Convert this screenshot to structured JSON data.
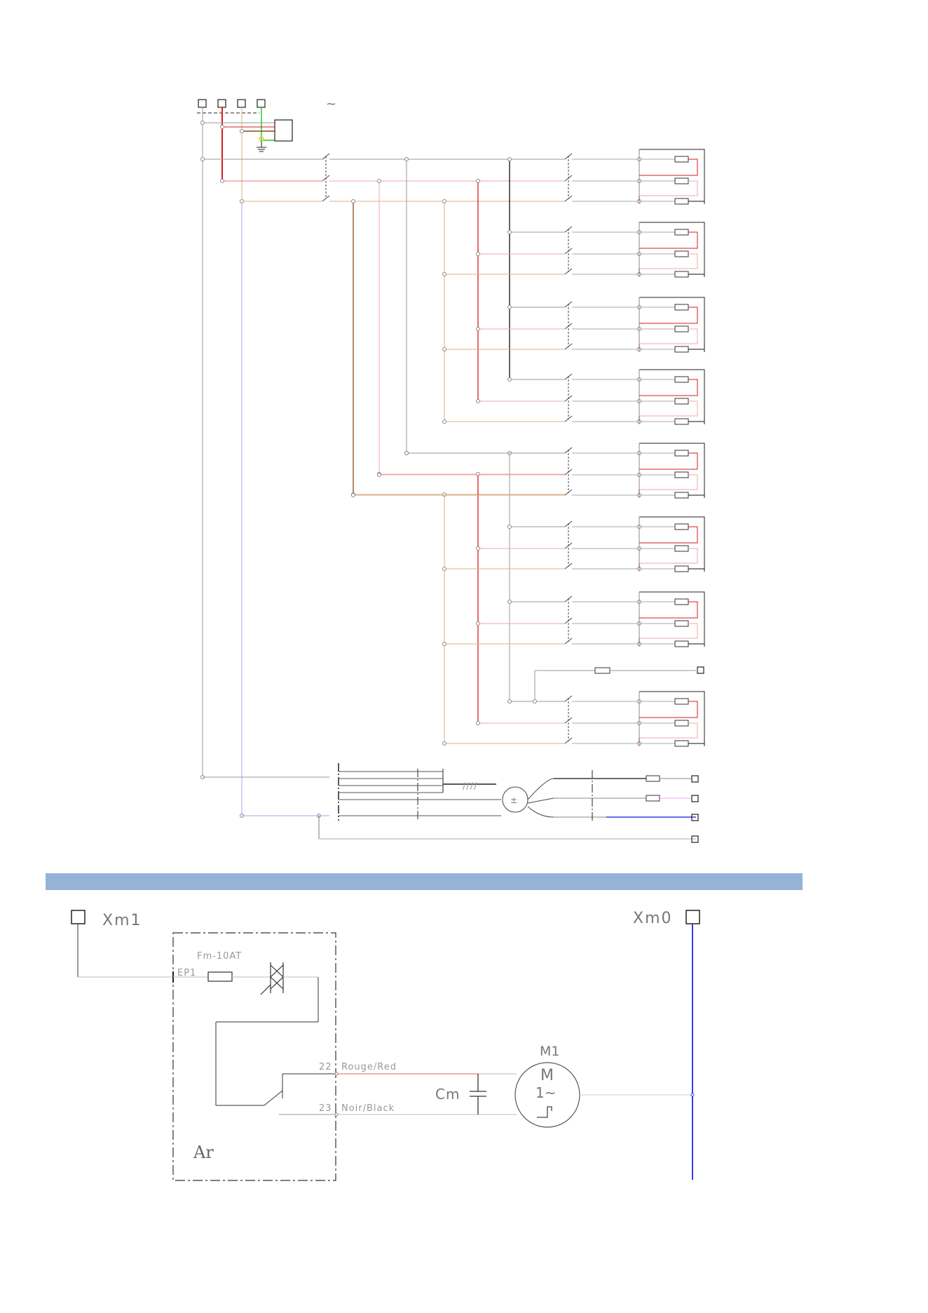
{
  "symbols": {
    "ac": "~",
    "motor_phase": "1~"
  },
  "terminals": {
    "xm1": "Xm1",
    "xm0": "Xm0"
  },
  "components": {
    "fuse": "Fm-10AT",
    "entry": "EP1",
    "capacitor": "Cm",
    "motor": "M1",
    "motor_symbol": "M",
    "box": "Ar"
  },
  "wires": {
    "w22_num": "22",
    "w22_label": "Rouge/Red",
    "w23_num": "23",
    "w23_label": "Noir/Black"
  },
  "colors": {
    "black": "#111111",
    "red": "#d81b1b",
    "brown": "#8b4a1a",
    "grey": "#9a9a9a",
    "pink": "#f2a7a7",
    "tan": "#d9b28a",
    "blue": "#3a3ae0",
    "lightblue": "#a7a7ee",
    "green": "#22cc22",
    "yellow": "#e6d32b",
    "band": "#95b3d7"
  }
}
